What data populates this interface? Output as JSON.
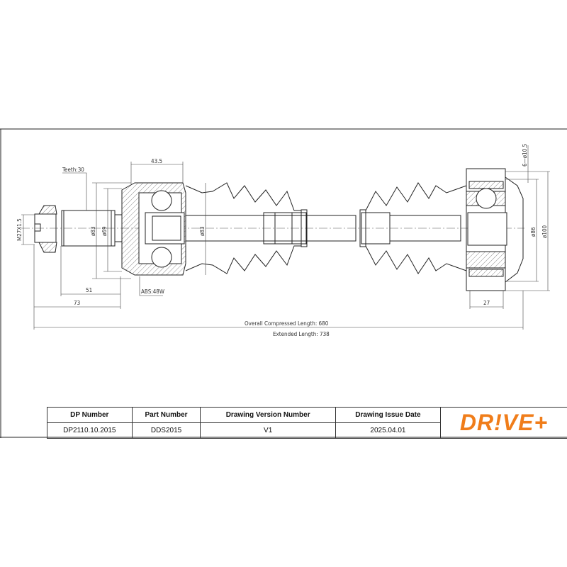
{
  "drawing": {
    "labels": {
      "teeth": "Teeth:30",
      "thread": "M27X1.5",
      "dim_43_5": "43.5",
      "dia_83_left": "ø83",
      "dia_69": "ø69",
      "dia_83_boot": "ø83",
      "dim_51": "51",
      "dim_73": "73",
      "abs": "ABS:48W",
      "bolt_holes": "6—ø10.5",
      "dia_86": "ø86",
      "dia_100": "ø100",
      "dim_27": "27",
      "overall": "Overall  Compressed  Length: 680",
      "extended": "Extended  Length: 738"
    }
  },
  "title_block": {
    "headers": [
      "DP Number",
      "Part Number",
      "Drawing Version Number",
      "Drawing Issue Date"
    ],
    "values": [
      "DP2110.10.2015",
      "DDS2015",
      "V1",
      "2025.04.01"
    ],
    "logo": "DR!VE+",
    "logo_color": "#f07d1a"
  }
}
